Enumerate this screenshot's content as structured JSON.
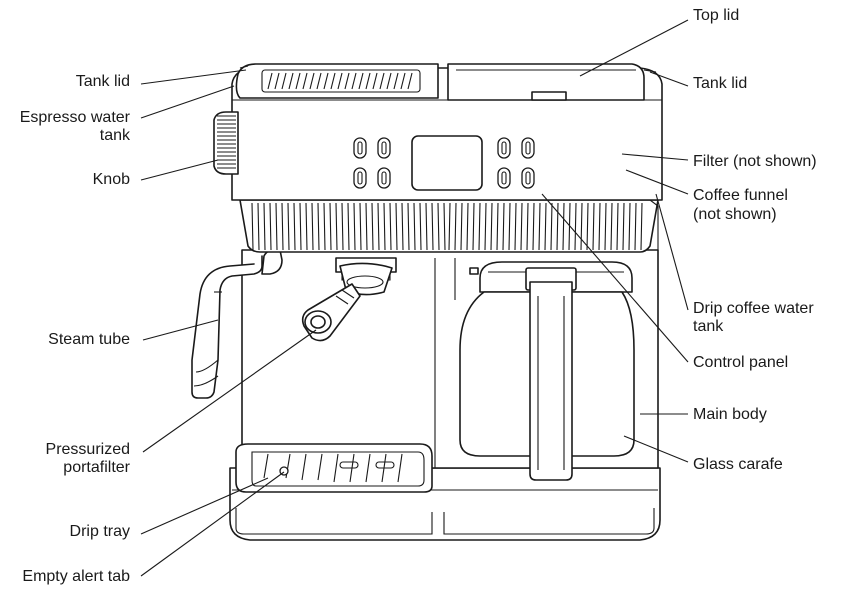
{
  "labels": {
    "left": [
      "Tank lid",
      "Espresso water",
      "tank",
      "Knob",
      "Steam tube",
      "Pressurized",
      "portafilter",
      "Drip tray",
      "Empty alert tab"
    ],
    "right": [
      "Top lid",
      "Tank lid",
      "Filter (not shown)",
      "Coffee funnel",
      "(not shown)",
      "Drip coffee water",
      "tank",
      "Control panel",
      "Main body",
      "Glass carafe"
    ]
  },
  "colors": {
    "line": "#1a1a1a",
    "background": "#ffffff"
  }
}
